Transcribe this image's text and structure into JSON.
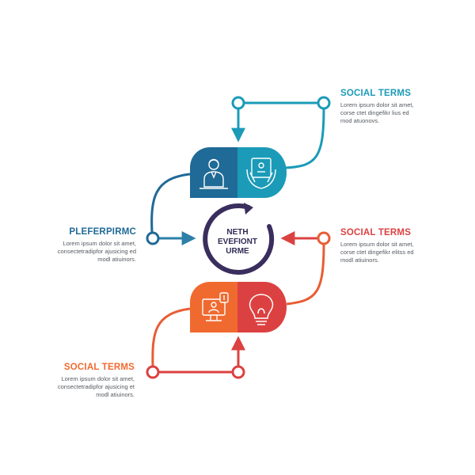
{
  "colors": {
    "teal": "#1b9bb8",
    "blue": "#1f6a96",
    "orange": "#f06a2f",
    "red": "#dc4141",
    "purple": "#3a2e5e",
    "blue_dark": "#2d7fa8"
  },
  "center": {
    "text": "NETH\nEVEFIONT\nURME",
    "icon": "cycle-arrows"
  },
  "callouts": [
    {
      "id": "top-right",
      "title": "SOCIAL TERMS",
      "body": "Lorem ipsum dolor sit amet,\ncorse ctet dingefikr lius ed\nmod atuonovs.",
      "color": "#1b9bb8"
    },
    {
      "id": "mid-left",
      "title": "PLEFERPIRMC",
      "body": "Lorem ipsum dolor sit amet,\nconsectetradipfor ajusicing ed\nmodl atiuinors.",
      "color": "#1f6a96"
    },
    {
      "id": "mid-right",
      "title": "SOCIAL TERMS",
      "body": "Lorem ipsum dolor sit amet,\ncorse ctet dingefikr elitss ed\nmodl atiuinors.",
      "color": "#dc4141"
    },
    {
      "id": "bottom-left",
      "title": "SOCIAL TERMS",
      "body": "Lorem ipsum dolor sit amet,\nconsectetradipfor ajusicing et\nmodl atiuinors.",
      "color": "#f06a2f"
    }
  ],
  "pill_icons": {
    "top_left": "business-person-icon",
    "top_right": "hands-document-icon",
    "bottom_left": "computer-user-icon",
    "bottom_right": "lightbulb-icon"
  }
}
